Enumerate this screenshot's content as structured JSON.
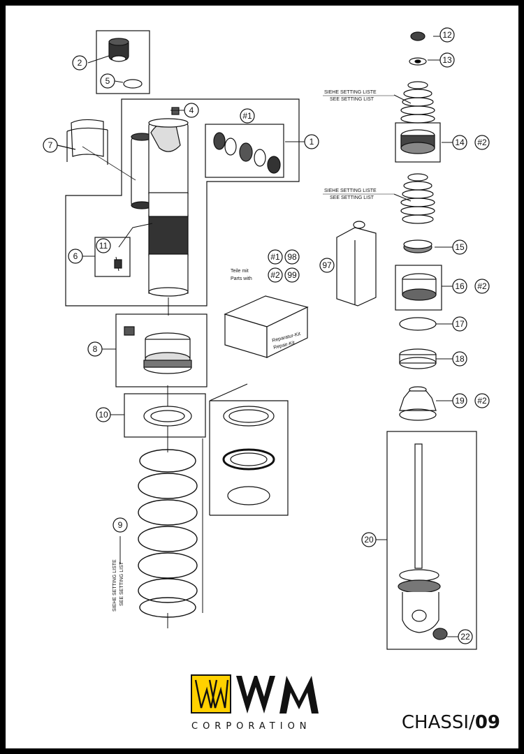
{
  "callouts": [
    "1",
    "2",
    "4",
    "5",
    "7",
    "6",
    "11",
    "8",
    "10",
    "9",
    "12",
    "13",
    "14",
    "15",
    "16",
    "17",
    "18",
    "19",
    "20",
    "22",
    "97",
    "98",
    "99"
  ],
  "kit_markers": {
    "k1": "#1",
    "k2": "#2"
  },
  "setting_note": {
    "de": "SIEHE SETTING LISTE",
    "en": "SEE SETTING LIST"
  },
  "parts_note": {
    "de": "Teile mit",
    "en": "Parts with"
  },
  "kit_box_label": {
    "line1": "Reparatur-Kit",
    "line2": "Repair-Kit"
  },
  "logo": {
    "brand": "WM",
    "corporation": "CORPORATION"
  },
  "footer": {
    "section": "CHASSI/",
    "page": "09"
  }
}
